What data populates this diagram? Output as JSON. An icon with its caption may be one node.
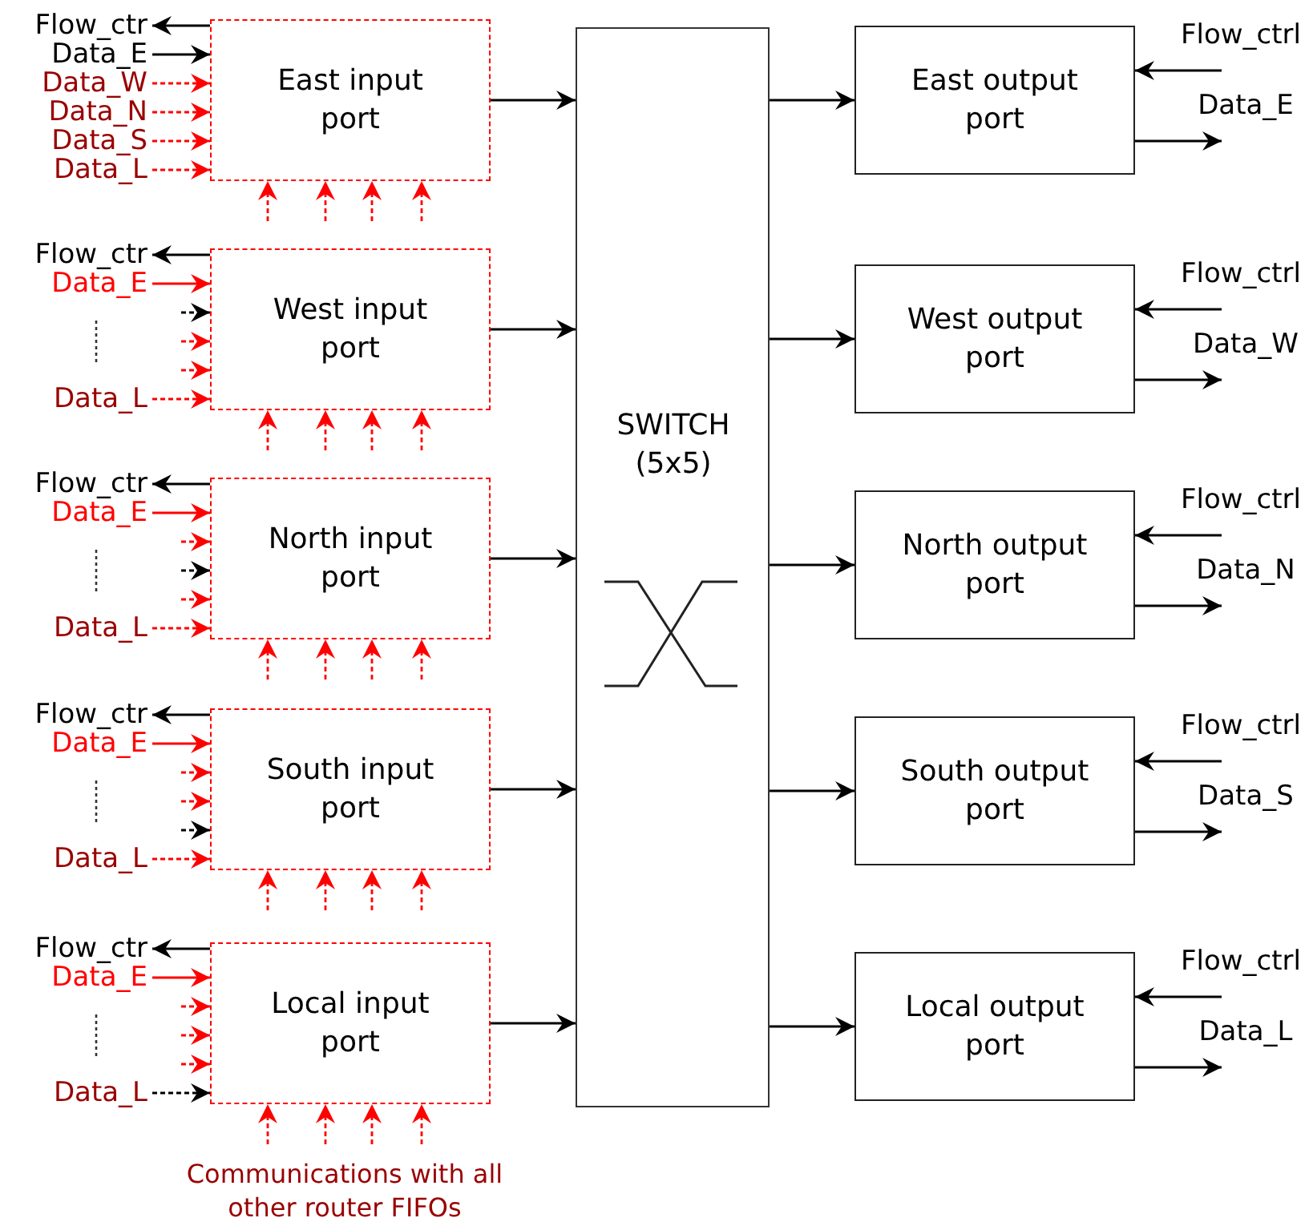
{
  "diagram": {
    "nodes": [
      {
        "text": [
          "East input port"
        ]
      },
      {
        "text": [
          "West input port"
        ]
      },
      {
        "text": [
          "North input port"
        ]
      },
      {
        "text": [
          "South input port"
        ]
      },
      {
        "text": [
          "Local input port"
        ]
      },
      {
        "text": [
          "SWITCH (5x5)"
        ]
      },
      {
        "text": [
          "East output port"
        ]
      },
      {
        "text": [
          "West output port"
        ]
      },
      {
        "text": [
          "North output port"
        ]
      },
      {
        "text": [
          "South output port"
        ]
      },
      {
        "text": [
          "Local output port"
        ]
      },
      {
        "text": [
          "Flow_ctr"
        ]
      },
      {
        "text": [
          "Data_E"
        ]
      },
      {
        "text": [
          "Data_W"
        ]
      },
      {
        "text": [
          "Data_N"
        ]
      },
      {
        "text": [
          "Data_S"
        ]
      },
      {
        "text": [
          "Data_L"
        ]
      },
      {
        "text": [
          "Flow_ctr"
        ]
      },
      {
        "text": [
          "Data_E"
        ]
      },
      {
        "text": [
          "Data_L"
        ]
      },
      {
        "text": [
          "Flow_ctr"
        ]
      },
      {
        "text": [
          "Data_E"
        ]
      },
      {
        "text": [
          "Data_L"
        ]
      },
      {
        "text": [
          "Flow_ctr"
        ]
      },
      {
        "text": [
          "Data_E"
        ]
      },
      {
        "text": [
          "Data_L"
        ]
      },
      {
        "text": [
          "Flow_ctr"
        ]
      },
      {
        "text": [
          "Data_E"
        ]
      },
      {
        "text": [
          "Data_L"
        ]
      },
      {
        "text": [
          "Flow_ctrl"
        ]
      },
      {
        "text": [
          "Data_E"
        ]
      },
      {
        "text": [
          "Flow_ctrl"
        ]
      },
      {
        "text": [
          "Data_W"
        ]
      },
      {
        "text": [
          "Flow_ctrl"
        ]
      },
      {
        "text": [
          "Data_N"
        ]
      },
      {
        "text": [
          "Flow_ctrl"
        ]
      },
      {
        "text": [
          "Data_S"
        ]
      },
      {
        "text": [
          "Flow_ctrl"
        ]
      },
      {
        "text": [
          "Data_L"
        ]
      }
    ],
    "edges": [
      {
        "from": 0,
        "to": 11,
        "arrow": "to",
        "color": "#000000"
      },
      {
        "from": 12,
        "to": 0,
        "arrow": "to",
        "color": "#000000"
      },
      {
        "from": 13,
        "to": 0,
        "arrow": "to",
        "style": "dashed",
        "color": "#ff0000"
      },
      {
        "from": 14,
        "to": 0,
        "arrow": "to",
        "style": "dashed",
        "color": "#ff0000"
      },
      {
        "from": 15,
        "to": 0,
        "arrow": "to",
        "style": "dashed",
        "color": "#ff0000"
      },
      {
        "from": 16,
        "to": 0,
        "arrow": "to",
        "style": "dashed",
        "color": "#ff0000"
      },
      {
        "from": null,
        "to": 0,
        "arrow": "to",
        "style": "dashed",
        "color": "#ff0000"
      },
      {
        "from": null,
        "to": 0,
        "arrow": "to",
        "style": "dashed",
        "color": "#ff0000"
      },
      {
        "from": null,
        "to": 0,
        "arrow": "to",
        "style": "dashed",
        "color": "#ff0000"
      },
      {
        "from": null,
        "to": 0,
        "arrow": "to",
        "style": "dashed",
        "color": "#ff0000"
      },
      {
        "from": 1,
        "to": 17,
        "arrow": "to",
        "color": "#000000"
      },
      {
        "from": 18,
        "to": 1,
        "arrow": "to",
        "color": "#ff0000"
      },
      {
        "from": null,
        "to": 1,
        "arrow": "to",
        "style": "dashed",
        "color": "#000000"
      },
      {
        "from": null,
        "to": 1,
        "arrow": "to",
        "style": "dashed",
        "color": "#ff0000"
      },
      {
        "from": null,
        "to": 1,
        "arrow": "to",
        "style": "dashed",
        "color": "#ff0000"
      },
      {
        "from": 19,
        "to": 1,
        "arrow": "to",
        "style": "dashed",
        "color": "#ff0000"
      },
      {
        "from": null,
        "to": 1,
        "arrow": "to",
        "style": "dashed",
        "color": "#ff0000"
      },
      {
        "from": null,
        "to": 1,
        "arrow": "to",
        "style": "dashed",
        "color": "#ff0000"
      },
      {
        "from": null,
        "to": 1,
        "arrow": "to",
        "style": "dashed",
        "color": "#ff0000"
      },
      {
        "from": null,
        "to": 1,
        "arrow": "to",
        "style": "dashed",
        "color": "#ff0000"
      },
      {
        "from": 2,
        "to": 20,
        "arrow": "to",
        "color": "#000000"
      },
      {
        "from": 21,
        "to": 2,
        "arrow": "to",
        "color": "#ff0000"
      },
      {
        "from": null,
        "to": 2,
        "arrow": "to",
        "style": "dashed",
        "color": "#ff0000"
      },
      {
        "from": null,
        "to": 2,
        "arrow": "to",
        "style": "dashed",
        "color": "#000000"
      },
      {
        "from": null,
        "to": 2,
        "arrow": "to",
        "style": "dashed",
        "color": "#ff0000"
      },
      {
        "from": 22,
        "to": 2,
        "arrow": "to",
        "style": "dashed",
        "color": "#ff0000"
      },
      {
        "from": null,
        "to": 2,
        "arrow": "to",
        "style": "dashed",
        "color": "#ff0000"
      },
      {
        "from": null,
        "to": 2,
        "arrow": "to",
        "style": "dashed",
        "color": "#ff0000"
      },
      {
        "from": null,
        "to": 2,
        "arrow": "to",
        "style": "dashed",
        "color": "#ff0000"
      },
      {
        "from": null,
        "to": 2,
        "arrow": "to",
        "style": "dashed",
        "color": "#ff0000"
      },
      {
        "from": 3,
        "to": 23,
        "arrow": "to",
        "color": "#000000"
      },
      {
        "from": 24,
        "to": 3,
        "arrow": "to",
        "color": "#ff0000"
      },
      {
        "from": null,
        "to": 3,
        "arrow": "to",
        "style": "dashed",
        "color": "#ff0000"
      },
      {
        "from": null,
        "to": 3,
        "arrow": "to",
        "style": "dashed",
        "color": "#ff0000"
      },
      {
        "from": null,
        "to": 3,
        "arrow": "to",
        "style": "dashed",
        "color": "#000000"
      },
      {
        "from": 25,
        "to": 3,
        "arrow": "to",
        "style": "dashed",
        "color": "#ff0000"
      },
      {
        "from": null,
        "to": 3,
        "arrow": "to",
        "style": "dashed",
        "color": "#ff0000"
      },
      {
        "from": null,
        "to": 3,
        "arrow": "to",
        "style": "dashed",
        "color": "#ff0000"
      },
      {
        "from": null,
        "to": 3,
        "arrow": "to",
        "style": "dashed",
        "color": "#ff0000"
      },
      {
        "from": null,
        "to": 3,
        "arrow": "to",
        "style": "dashed",
        "color": "#ff0000"
      },
      {
        "from": 4,
        "to": 26,
        "arrow": "to",
        "color": "#000000"
      },
      {
        "from": 27,
        "to": 4,
        "arrow": "to",
        "color": "#ff0000"
      },
      {
        "from": null,
        "to": 4,
        "arrow": "to",
        "style": "dashed",
        "color": "#ff0000"
      },
      {
        "from": null,
        "to": 4,
        "arrow": "to",
        "style": "dashed",
        "color": "#ff0000"
      },
      {
        "from": null,
        "to": 4,
        "arrow": "to",
        "style": "dashed",
        "color": "#ff0000"
      },
      {
        "from": 28,
        "to": 4,
        "arrow": "to",
        "style": "dashed",
        "color": "#000000"
      },
      {
        "from": null,
        "to": 4,
        "arrow": "to",
        "style": "dashed",
        "color": "#ff0000"
      },
      {
        "from": null,
        "to": 4,
        "arrow": "to",
        "style": "dashed",
        "color": "#ff0000"
      },
      {
        "from": null,
        "to": 4,
        "arrow": "to",
        "style": "dashed",
        "color": "#ff0000"
      },
      {
        "from": null,
        "to": 4,
        "arrow": "to",
        "style": "dashed",
        "color": "#ff0000"
      },
      {
        "from": 0,
        "to": 5,
        "arrow": "to",
        "color": "#000000"
      },
      {
        "from": 1,
        "to": 5,
        "arrow": "to",
        "color": "#000000"
      },
      {
        "from": 2,
        "to": 5,
        "arrow": "to",
        "color": "#000000"
      },
      {
        "from": 3,
        "to": 5,
        "arrow": "to",
        "color": "#000000"
      },
      {
        "from": 4,
        "to": 5,
        "arrow": "to",
        "color": "#000000"
      },
      {
        "from": 5,
        "to": 6,
        "arrow": "to",
        "color": "#000000"
      },
      {
        "from": 5,
        "to": 7,
        "arrow": "to",
        "color": "#000000"
      },
      {
        "from": 5,
        "to": 8,
        "arrow": "to",
        "color": "#000000"
      },
      {
        "from": 5,
        "to": 9,
        "arrow": "to",
        "color": "#000000"
      },
      {
        "from": 5,
        "to": 10,
        "arrow": "to",
        "color": "#000000"
      },
      {
        "from": 29,
        "to": 6,
        "arrow": "to",
        "color": "#000000"
      },
      {
        "from": 6,
        "to": 30,
        "arrow": "to",
        "color": "#000000"
      },
      {
        "from": 31,
        "to": 7,
        "arrow": "to",
        "color": "#000000"
      },
      {
        "from": 7,
        "to": 32,
        "arrow": "to",
        "color": "#000000"
      },
      {
        "from": 33,
        "to": 8,
        "arrow": "to",
        "color": "#000000"
      },
      {
        "from": 8,
        "to": 34,
        "arrow": "to",
        "color": "#000000"
      },
      {
        "from": 35,
        "to": 9,
        "arrow": "to",
        "color": "#000000"
      },
      {
        "from": 9,
        "to": 36,
        "arrow": "to",
        "color": "#000000"
      },
      {
        "from": 37,
        "to": 10,
        "arrow": "to",
        "color": "#000000"
      },
      {
        "from": 10,
        "to": 38,
        "arrow": "to",
        "color": "#000000"
      }
    ],
    "labels": [
      "Communications with all other router FIFOs"
    ]
  }
}
